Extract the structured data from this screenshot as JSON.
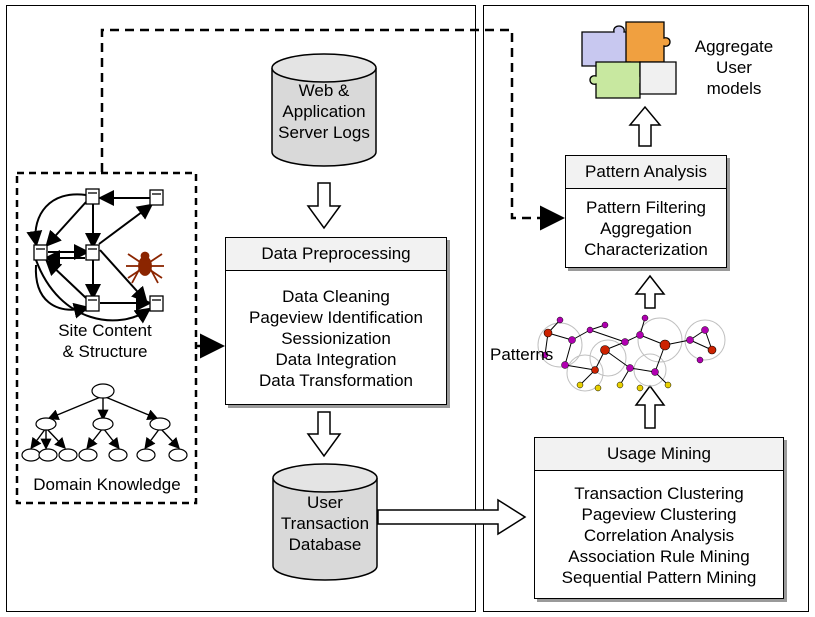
{
  "web_logs": {
    "lines": [
      "Web &",
      "Application",
      "Server Logs"
    ]
  },
  "data_preprocessing": {
    "title": "Data Preprocessing",
    "items": [
      "Data Cleaning",
      "Pageview Identification",
      "Sessionization",
      "Data Integration",
      "Data Transformation"
    ]
  },
  "user_db": {
    "lines": [
      "User",
      "Transaction",
      "Database"
    ]
  },
  "site_content": {
    "label_line1": "Site Content",
    "label_line2": "& Structure"
  },
  "domain_knowledge": {
    "label": "Domain Knowledge"
  },
  "aggregate_models": {
    "lines": [
      "Aggregate",
      "User",
      "models"
    ]
  },
  "pattern_analysis": {
    "title": "Pattern Analysis",
    "items": [
      "Pattern Filtering",
      "Aggregation",
      "Characterization"
    ]
  },
  "patterns": {
    "label": "Patterns"
  },
  "usage_mining": {
    "title": "Usage Mining",
    "items": [
      "Transaction Clustering",
      "Pageview Clustering",
      "Correlation Analysis",
      "Association Rule Mining",
      "Sequential Pattern Mining"
    ]
  },
  "colors": {
    "cylinder_fill": "#d9d9d9",
    "header_fill": "#f2f2f2",
    "spider": "#8b2500",
    "node_red": "#cc2200",
    "node_purple": "#b000b0",
    "node_yellow": "#e8d000"
  }
}
